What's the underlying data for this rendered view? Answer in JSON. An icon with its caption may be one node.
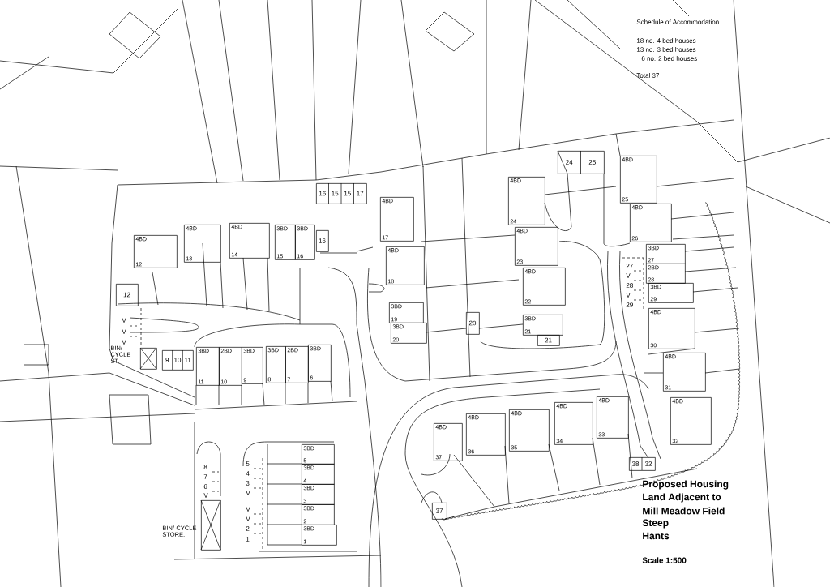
{
  "diagram": {
    "nodes": [
      {
        "text": [
          "24",
          "25"
        ]
      },
      {
        "text": [
          "4BD",
          "25"
        ]
      },
      {
        "text": [
          "4BD",
          "24"
        ]
      },
      {
        "text": [
          "16",
          "15",
          "15",
          "17"
        ]
      },
      {
        "text": [
          "4BD",
          "17"
        ]
      },
      {
        "text": [
          "4BD",
          "26"
        ]
      },
      {
        "text": [
          "4BD",
          "23"
        ]
      },
      {
        "text": [
          "4BD",
          "13"
        ]
      },
      {
        "text": [
          "4BD",
          "14"
        ]
      },
      {
        "text": [
          "3BD",
          "15"
        ]
      },
      {
        "text": [
          "3BD",
          "16"
        ]
      },
      {
        "text": [
          "16"
        ]
      },
      {
        "text": [
          "4BD",
          "12"
        ]
      },
      {
        "text": [
          "3BD",
          "27"
        ]
      },
      {
        "text": [
          "4BD",
          "18"
        ]
      },
      {
        "text": [
          "2BD",
          "28"
        ]
      },
      {
        "text": [
          "4BD",
          "22"
        ]
      },
      {
        "text": [
          "3BD",
          "29"
        ]
      },
      {
        "text": [
          "12"
        ]
      },
      {
        "text": [
          "3BD",
          "19"
        ]
      },
      {
        "text": [
          "4BD",
          "30"
        ]
      },
      {
        "text": [
          "20"
        ]
      },
      {
        "text": [
          "3BD",
          "21"
        ]
      },
      {
        "text": [
          "3BD",
          "20"
        ]
      },
      {
        "text": [
          "21"
        ]
      },
      {
        "text": [],
        "shape": "box",
        "beside": [
          "BIN/ CYCLE ST."
        ]
      },
      {
        "text": [
          "9",
          "10",
          "11"
        ]
      },
      {
        "text": [
          "3BD",
          "11"
        ]
      },
      {
        "text": [
          "2BD",
          "10"
        ]
      },
      {
        "text": [
          "3BD",
          "9"
        ]
      },
      {
        "text": [
          "3BD",
          "8"
        ]
      },
      {
        "text": [
          "2BD",
          "7"
        ]
      },
      {
        "text": [
          "3BD",
          "6"
        ]
      },
      {
        "text": [
          "4BD",
          "31"
        ]
      },
      {
        "text": [
          "4BD",
          "33"
        ]
      },
      {
        "text": [
          "4BD",
          "32"
        ]
      },
      {
        "text": [
          "4BD",
          "34"
        ]
      },
      {
        "text": [
          "4BD",
          "35"
        ]
      },
      {
        "text": [
          "4BD",
          "36"
        ]
      },
      {
        "text": [
          "4BD",
          "37"
        ]
      },
      {
        "text": [
          "3BD",
          "5"
        ]
      },
      {
        "text": [
          "3BD",
          "4"
        ]
      },
      {
        "text": [
          "3BD",
          "3"
        ]
      },
      {
        "text": [
          "3BD",
          "2"
        ]
      },
      {
        "text": [
          "3BD",
          "1"
        ]
      },
      {
        "text": [
          "38",
          "32"
        ]
      },
      {
        "text": [],
        "shape": "box",
        "beside": [
          "BIN/ CYCLE STORE."
        ]
      },
      {
        "text": [
          "37"
        ]
      }
    ],
    "labels": [
      "Schedule of Accommodation",
      "18 no. 4 bed houses",
      "13 no. 3 bed houses",
      "6 no. 2 bed houses",
      "Total  37",
      "27",
      "V",
      "28",
      "V",
      "29",
      "V",
      "V",
      "V",
      "8",
      "7",
      "6",
      "V",
      "5",
      "4",
      "3",
      "V",
      "V",
      "V",
      "2",
      "1",
      "Proposed Housing",
      "Land Adjacent to",
      "Mill Meadow Field",
      "Steep",
      "Hants",
      "Scale 1:500"
    ]
  }
}
